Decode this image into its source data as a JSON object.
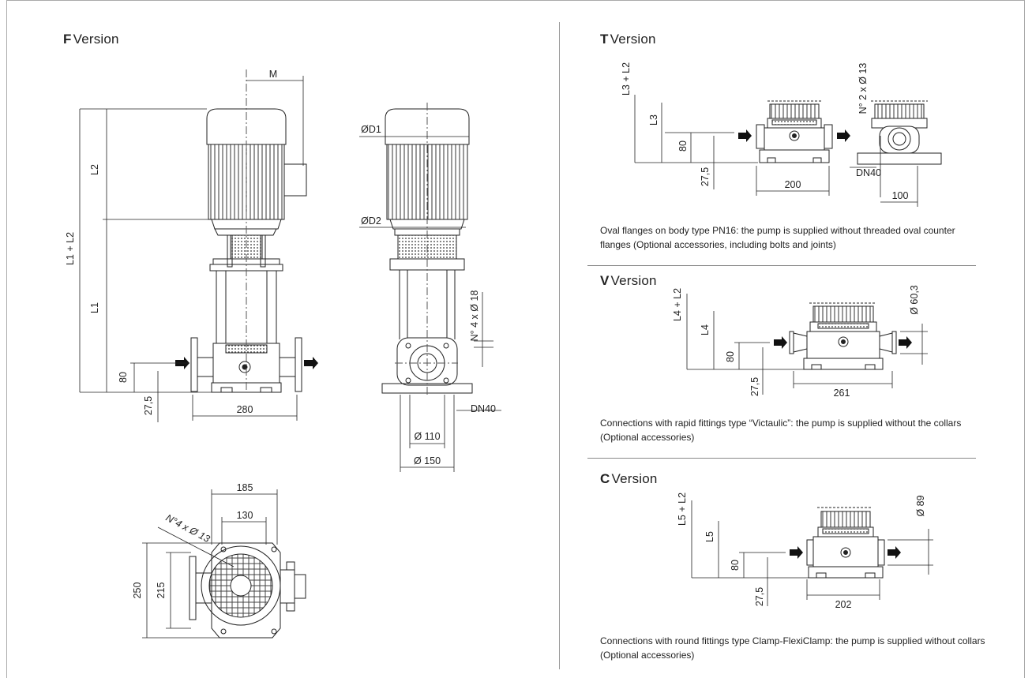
{
  "f_version": {
    "letter": "F",
    "label": "Version",
    "dims": {
      "m": "M",
      "l2": "L2",
      "l1_l2": "L1 + L2",
      "l1": "L1",
      "d80": "80",
      "d27_5": "27,5",
      "w280": "280",
      "od1": "ØD1",
      "od2": "ØD2",
      "holes": "N° 4 x Ø 18",
      "dn40": "DN40",
      "d110": "Ø 110",
      "d150": "Ø 150",
      "w185": "185",
      "w130": "130",
      "holes_base": "N°4 x Ø 13",
      "h250": "250",
      "h215": "215"
    }
  },
  "t_version": {
    "letter": "T",
    "label": "Version",
    "dims": {
      "l3_l2": "L3 + L2",
      "l3": "L3",
      "d80": "80",
      "d27_5": "27,5",
      "w200": "200",
      "holes": "N° 2 x Ø 13",
      "dn40": "DN40",
      "w100": "100"
    },
    "note": "Oval flanges on body type PN16: the pump is supplied without threaded oval counter flanges (Optional accessories, including bolts and joints)"
  },
  "v_version": {
    "letter": "V",
    "label": "Version",
    "dims": {
      "l4_l2": "L4 + L2",
      "l4": "L4",
      "d80": "80",
      "d27_5": "27,5",
      "w261": "261",
      "d60_3": "Ø 60,3"
    },
    "note": "Connections with rapid fittings type “Victaulic”: the pump is supplied without the collars (Optional accessories)"
  },
  "c_version": {
    "letter": "C",
    "label": "Version",
    "dims": {
      "l5_l2": "L5 + L2",
      "l5": "L5",
      "d80": "80",
      "d27_5": "27,5",
      "w202": "202",
      "d89": "Ø 89"
    },
    "note": "Connections with round fittings type Clamp-FlexiClamp: the pump is supplied without collars (Optional accessories)"
  }
}
